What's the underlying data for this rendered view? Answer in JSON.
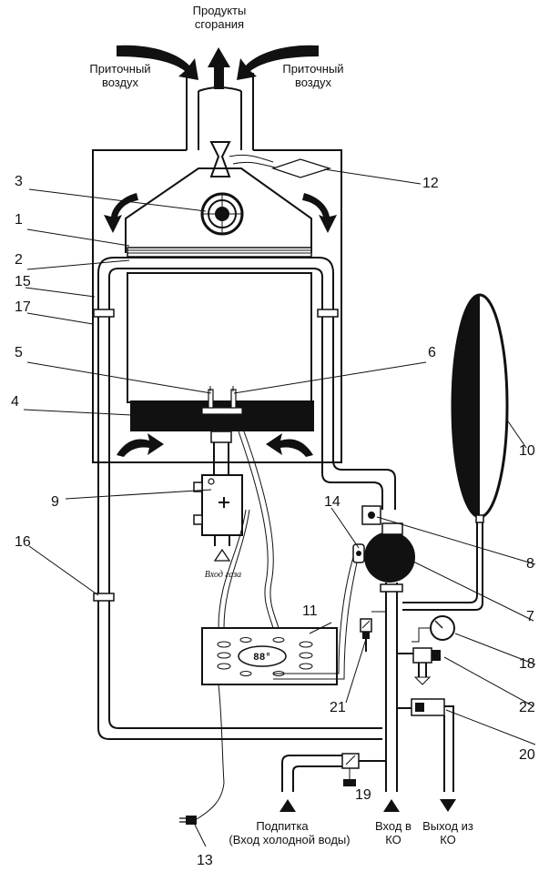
{
  "labels": {
    "products": [
      "Продукты",
      "сгорания"
    ],
    "air_left": [
      "Приточный",
      "воздух"
    ],
    "air_right": [
      "Приточный",
      "воздух"
    ],
    "gas_inlet": "Вход газа",
    "makeup": [
      "Подпитка",
      "(Вход холодной воды)"
    ],
    "inlet_co": [
      "Вход в",
      "КО"
    ],
    "outlet_co": [
      "Выход из",
      "КО"
    ],
    "display": "88°"
  },
  "callouts": [
    "1",
    "2",
    "3",
    "4",
    "5",
    "6",
    "7",
    "8",
    "9",
    "10",
    "11",
    "12",
    "13",
    "14",
    "15",
    "16",
    "17",
    "18",
    "19",
    "20",
    "21",
    "22"
  ]
}
